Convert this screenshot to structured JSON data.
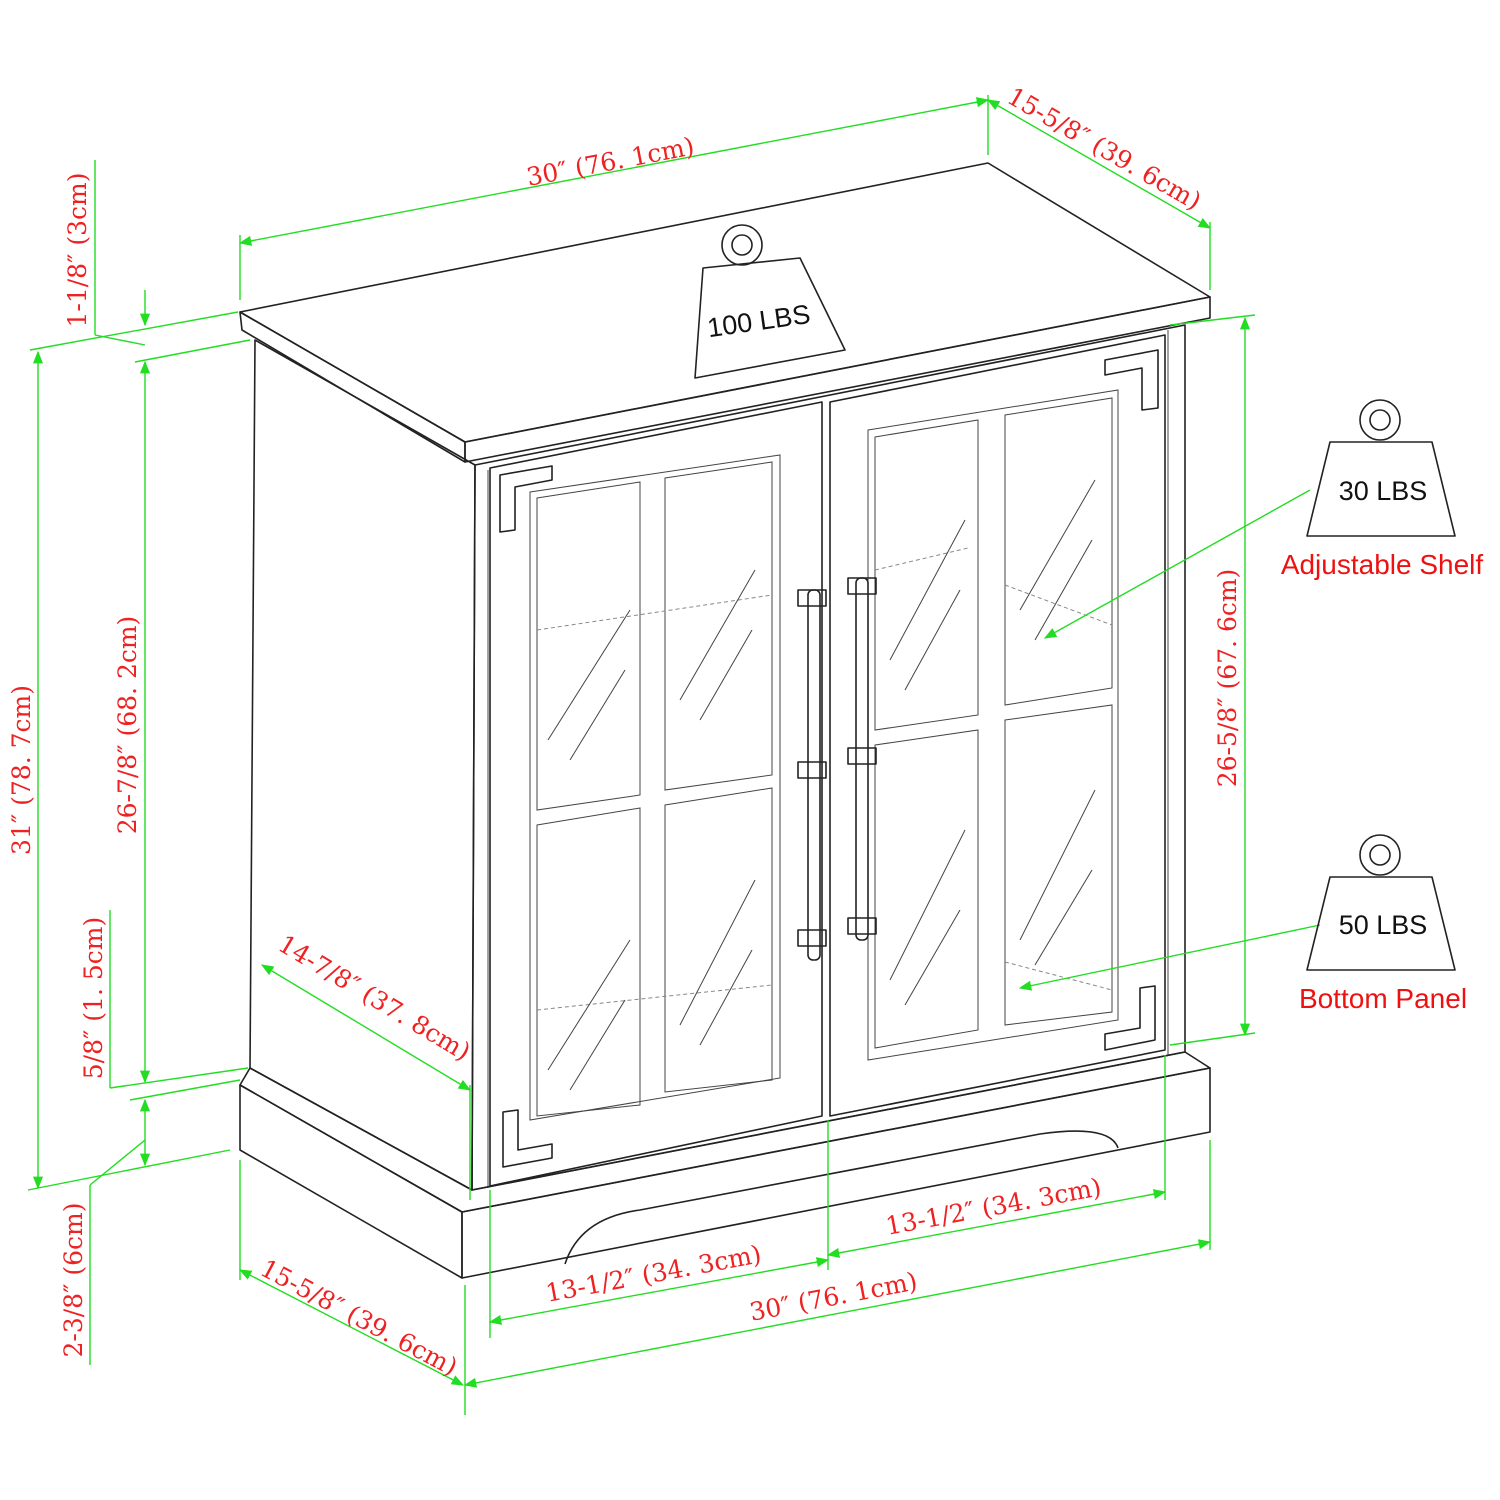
{
  "colors": {
    "dimension_line": "#22dd22",
    "dimension_text": "#ee2222",
    "drawing": "#222222"
  },
  "dimensions": {
    "top_width": "30″ (76. 1cm)",
    "top_depth": "15-5/8″ (39. 6cm)",
    "top_thickness": "1-1/8″ (3cm)",
    "total_height": "31″ (78. 7cm)",
    "body_height": "26-7/8″ (68. 2cm)",
    "plinth_gap": "5/8″ (1. 5cm)",
    "base_height": "2-3/8″ (6cm)",
    "body_depth": "14-7/8″ (37. 8cm)",
    "door_height": "26-5/8″ (67. 6cm)",
    "left_door_width": "13-1/2″ (34. 3cm)",
    "right_door_width": "13-1/2″ (34. 3cm)",
    "bottom_width": "30″ (76. 1cm)",
    "bottom_depth": "15-5/8″ (39. 6cm)"
  },
  "weights": [
    {
      "value": "100 LBS",
      "label": ""
    },
    {
      "value": "30 LBS",
      "label": "Adjustable Shelf"
    },
    {
      "value": "50 LBS",
      "label": "Bottom Panel"
    }
  ]
}
